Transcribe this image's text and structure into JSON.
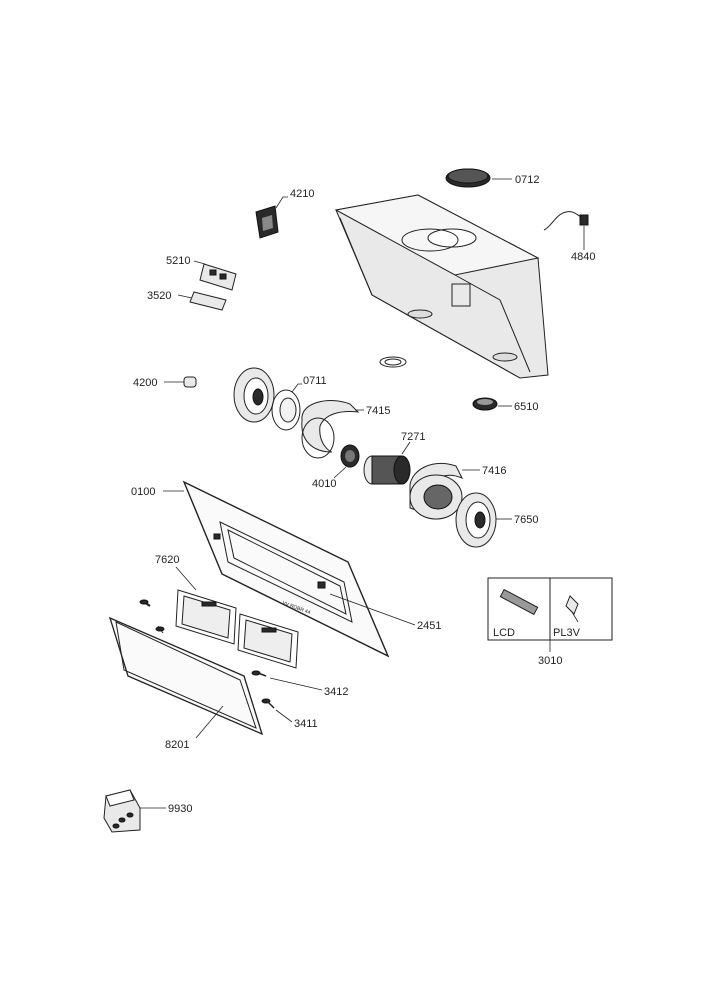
{
  "diagram": {
    "parts": [
      {
        "id": "p0712",
        "label": "0712"
      },
      {
        "id": "p4210",
        "label": "4210"
      },
      {
        "id": "p4840",
        "label": "4840"
      },
      {
        "id": "p5210",
        "label": "5210"
      },
      {
        "id": "p3520",
        "label": "3520"
      },
      {
        "id": "p4200",
        "label": "4200"
      },
      {
        "id": "p0711",
        "label": "0711"
      },
      {
        "id": "p7415",
        "label": "7415"
      },
      {
        "id": "p6510",
        "label": "6510"
      },
      {
        "id": "p7271",
        "label": "7271"
      },
      {
        "id": "p4010",
        "label": "4010"
      },
      {
        "id": "p7416",
        "label": "7416"
      },
      {
        "id": "p0100",
        "label": "0100"
      },
      {
        "id": "p7650",
        "label": "7650"
      },
      {
        "id": "p7620",
        "label": "7620"
      },
      {
        "id": "p2451",
        "label": "2451"
      },
      {
        "id": "p3010",
        "label": "3010"
      },
      {
        "id": "p3412",
        "label": "3412"
      },
      {
        "id": "p3411",
        "label": "3411"
      },
      {
        "id": "p8201",
        "label": "8201"
      },
      {
        "id": "p9930",
        "label": "9930"
      }
    ],
    "lamp_box": {
      "left_label": "LCD",
      "right_label": "PL3V"
    },
    "panel_print": "VV ROBR 44"
  }
}
